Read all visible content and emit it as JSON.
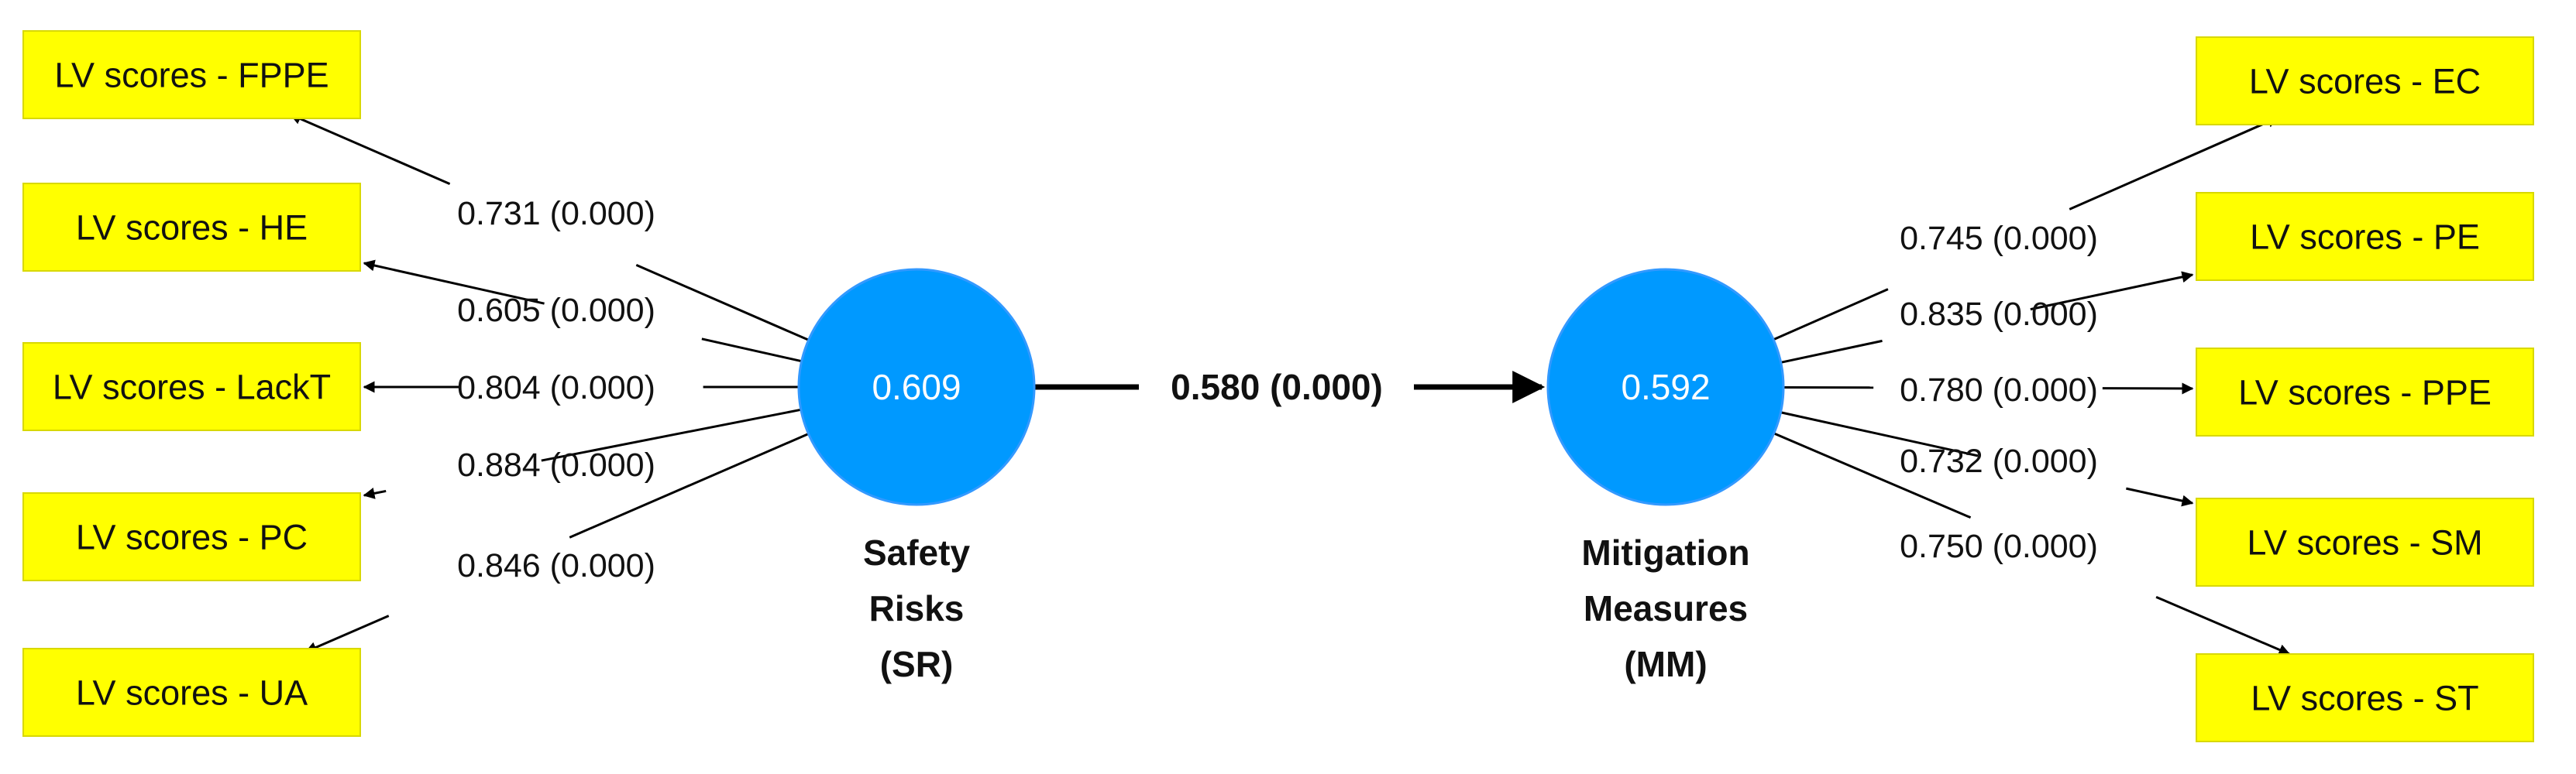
{
  "colors": {
    "indicator_fill": "#ffff00",
    "latent_fill": "#0099ff",
    "latent_stroke": "#3399ff",
    "line": "#000000"
  },
  "latent_left": {
    "value": "0.609",
    "name_lines": [
      "Safety",
      "Risks",
      "(SR)"
    ]
  },
  "latent_right": {
    "value": "0.592",
    "name_lines": [
      "Mitigation",
      "Measures",
      "(MM)"
    ]
  },
  "structural_path": {
    "label": "0.580 (0.000)"
  },
  "left_indicators": [
    {
      "label": "LV scores - FPPE",
      "loading": "0.731 (0.000)"
    },
    {
      "label": "LV scores - HE",
      "loading": "0.605 (0.000)"
    },
    {
      "label": "LV scores - LackT",
      "loading": "0.804 (0.000)"
    },
    {
      "label": "LV scores - PC",
      "loading": "0.884 (0.000)"
    },
    {
      "label": "LV scores - UA",
      "loading": "0.846 (0.000)"
    }
  ],
  "right_indicators": [
    {
      "label": "LV scores - EC",
      "loading": "0.745 (0.000)"
    },
    {
      "label": "LV scores - PE",
      "loading": "0.835 (0.000)"
    },
    {
      "label": "LV scores - PPE",
      "loading": "0.780 (0.000)"
    },
    {
      "label": "LV scores - SM",
      "loading": "0.732 (0.000)"
    },
    {
      "label": "LV scores - ST",
      "loading": "0.750 (0.000)"
    }
  ]
}
